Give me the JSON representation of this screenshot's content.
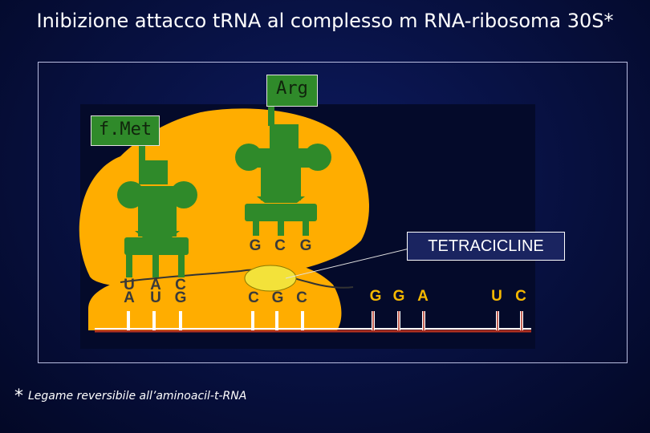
{
  "title": "Inibizione attacco tRNA al complesso m RNA-ribosoma 30S*",
  "labels": {
    "fmet": "f.Met",
    "arg": "Arg",
    "tetracicline": "TETRACICLINE"
  },
  "anticodon_fmet": [
    "U",
    "A",
    "C"
  ],
  "codon_fmet": [
    "A",
    "U",
    "G"
  ],
  "anticodon_arg": [
    "G",
    "C",
    "G"
  ],
  "codon_arg": [
    "C",
    "G",
    "C"
  ],
  "mrna_next_codon": [
    "G",
    "G",
    "A"
  ],
  "mrna_far_codon": [
    "U",
    "C"
  ],
  "footnote": {
    "star": "*",
    "text": "Legame reversibile all’aminoacil-t-RNA"
  },
  "colors": {
    "ribosome": "#ffad00",
    "trna": "#2f8a2a",
    "tetracycline": "#f3e23a",
    "mrna": "#b03020",
    "background": "#07103f"
  }
}
